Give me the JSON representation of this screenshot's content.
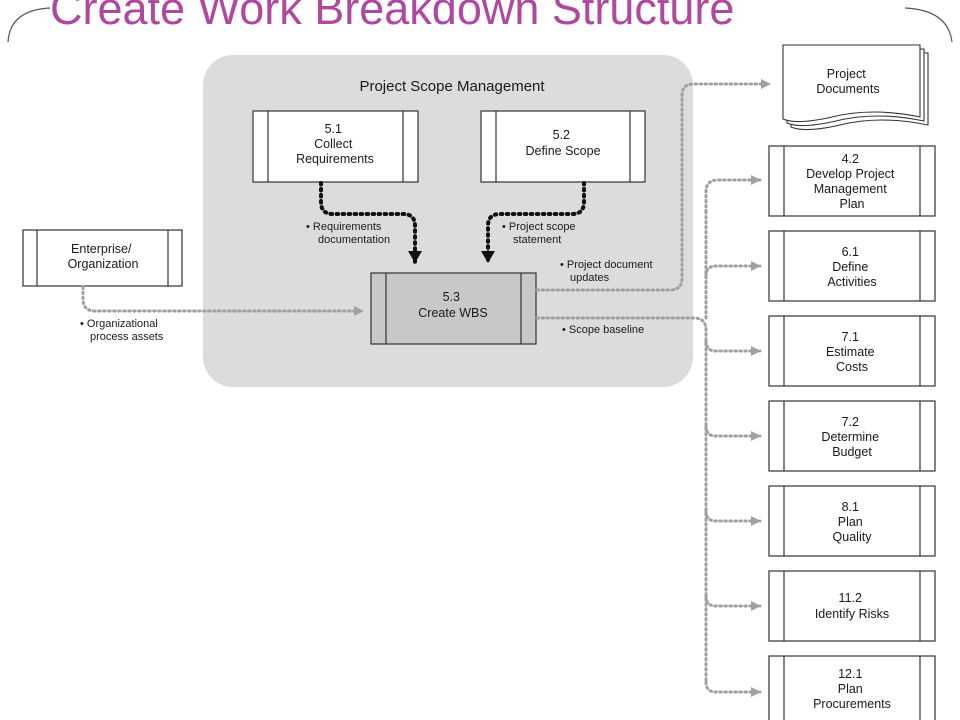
{
  "title": "Create Work Breakdown Structure",
  "group": {
    "title": "Project Scope Management"
  },
  "processes": {
    "collect": [
      "5.1",
      "Collect",
      "Requirements"
    ],
    "define_scope": [
      "5.2",
      "Define Scope"
    ],
    "create_wbs": [
      "5.3",
      "Create WBS"
    ]
  },
  "enterprise": [
    "Enterprise/",
    "Organization"
  ],
  "project_documents": [
    "Project",
    "Documents"
  ],
  "inputs": {
    "requirements_doc": [
      "• Requirements",
      "documentation"
    ],
    "scope_statement": [
      "• Project scope",
      "statement"
    ],
    "org_assets": [
      "• Organizational",
      "process assets"
    ]
  },
  "outputs": {
    "doc_updates": [
      "• Project document",
      "updates"
    ],
    "scope_baseline": [
      "• Scope baseline"
    ]
  },
  "targets": [
    [
      "4.2",
      "Develop Project",
      "Management",
      "Plan"
    ],
    [
      "6.1",
      "Define",
      "Activities"
    ],
    [
      "7.1",
      "Estimate",
      "Costs"
    ],
    [
      "7.2",
      "Determine",
      "Budget"
    ],
    [
      "8.1",
      "Plan",
      "Quality"
    ],
    [
      "11.2",
      "Identify Risks"
    ],
    [
      "12.1",
      "Plan",
      "Procurements"
    ]
  ],
  "colors": {
    "title": "#b0489f",
    "group_bg": "#dcdcdc",
    "highlight_box": "#c8c8c8",
    "arrow_dotted": "#a0a0a0"
  }
}
